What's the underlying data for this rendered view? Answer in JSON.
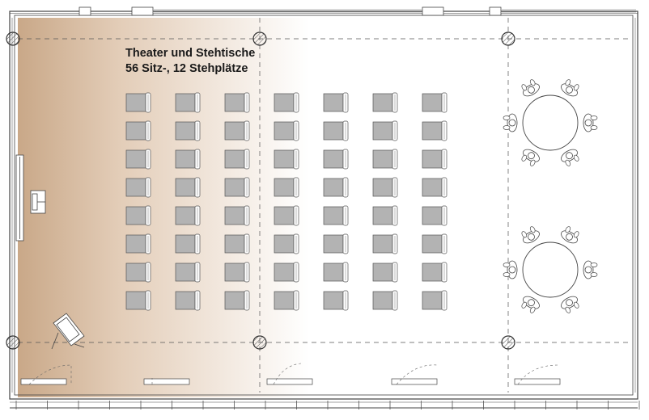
{
  "plan": {
    "title_line1": "Theater und Stehtische",
    "title_line2": "56 Sitz-, 12 Stehplätze"
  },
  "layout": {
    "seating": "theater",
    "chair_rows": 8,
    "chair_columns": 7,
    "standing_tables": 2,
    "persons_per_table": 6,
    "stage_color": "#c9a888"
  }
}
